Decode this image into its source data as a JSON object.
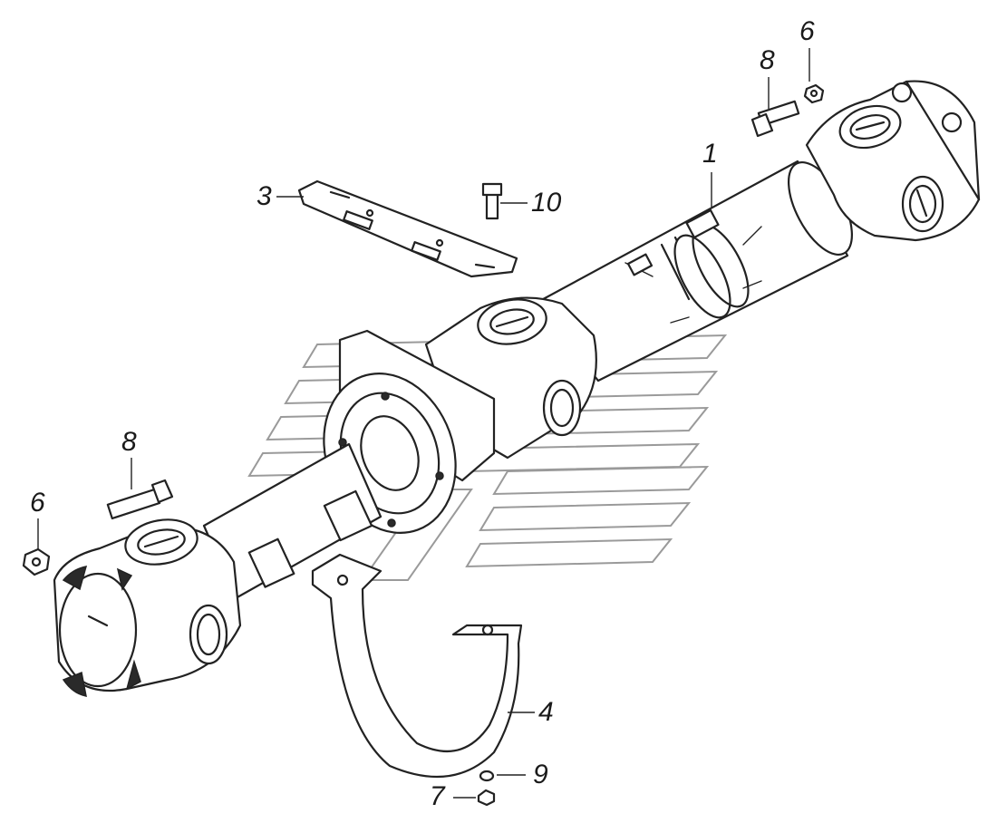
{
  "diagram": {
    "callouts": [
      {
        "id": "c1",
        "text": "1"
      },
      {
        "id": "c3",
        "text": "3"
      },
      {
        "id": "c10",
        "text": "10"
      },
      {
        "id": "c8a",
        "text": "8"
      },
      {
        "id": "c6a",
        "text": "6"
      },
      {
        "id": "c8b",
        "text": "8"
      },
      {
        "id": "c6b",
        "text": "6"
      },
      {
        "id": "c4",
        "text": "4"
      },
      {
        "id": "c9",
        "text": "9"
      },
      {
        "id": "c7",
        "text": "7"
      }
    ]
  }
}
